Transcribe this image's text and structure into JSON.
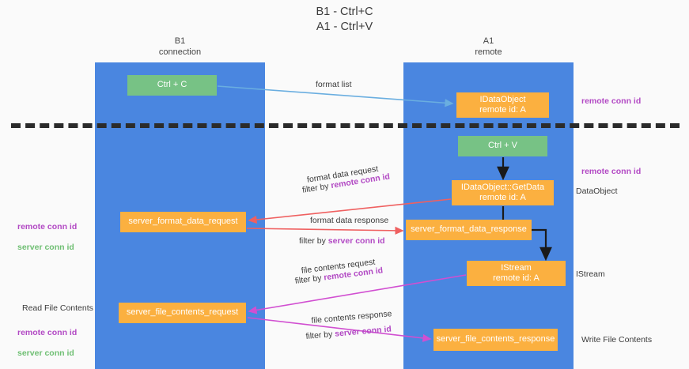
{
  "title": "B1 - Ctrl+C\nA1 - Ctrl+V",
  "lanes": {
    "b1": {
      "head": "B1\nconnection",
      "color": "#4a86e0"
    },
    "a1": {
      "head": "A1\nremote",
      "color": "#4a86e0"
    }
  },
  "colors": {
    "lane": "#4a86e0",
    "green_node": "#77c285",
    "orange_node": "#fbb040",
    "purple_text": "#b249c4",
    "green_text": "#6fbf73",
    "divider": "#2b2b2b",
    "arrow_blue": "#6aaee0",
    "arrow_red": "#ef6060",
    "arrow_magenta": "#d14fd1",
    "arrow_black": "#1a1a1a"
  },
  "nodes": {
    "ctrl_c": "Ctrl + C",
    "idataobject": "IDataObject\nremote id: A",
    "ctrl_v": "Ctrl + V",
    "getdata": "IDataObject::GetData\nremote id: A",
    "server_format_data_request": "server_format_data_request",
    "server_format_data_response": "server_format_data_response",
    "istream": "IStream\nremote id: A",
    "server_file_contents_request": "server_file_contents_request",
    "server_file_contents_response": "server_file_contents_response"
  },
  "edge_labels": {
    "format_list": "format list",
    "format_data_request": "format data request",
    "format_data_request_filter_prefix": "filter by ",
    "format_data_request_filter_key": "remote conn id",
    "format_data_response": "format data response",
    "format_data_response_filter_prefix": "filter by ",
    "format_data_response_filter_key": "server conn id",
    "file_contents_request": "file contents request",
    "file_contents_request_filter_prefix": "filter by ",
    "file_contents_request_filter_key": "remote conn id",
    "file_contents_response": "file contents response",
    "file_contents_response_filter_prefix": "filter by ",
    "file_contents_response_filter_key": "server conn id"
  },
  "annotations": {
    "remote_conn_id_top": "remote conn id",
    "remote_conn_id_mid": "remote conn id",
    "dataobject": "DataObject",
    "istream": "IStream",
    "write_file_contents": "Write File Contents",
    "read_file_contents": "Read File Contents",
    "left_remote_conn_id": "remote conn id",
    "left_server_conn_id": "server conn id",
    "left_remote_conn_id_2": "remote conn id",
    "left_server_conn_id_2": "server conn id"
  }
}
